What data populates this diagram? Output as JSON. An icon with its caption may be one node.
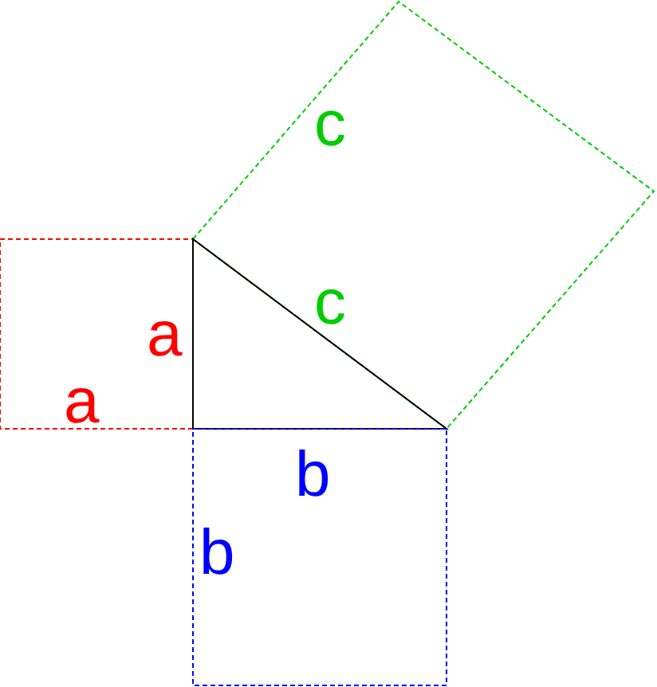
{
  "diagram": {
    "nodes": [
      {
        "text": [
          "c"
        ]
      },
      {
        "text": [
          "a"
        ]
      },
      {
        "text": [],
        "shape": "triangle"
      },
      {
        "text": [
          "b"
        ]
      }
    ],
    "labels": [
      "c",
      "a",
      "b"
    ]
  }
}
